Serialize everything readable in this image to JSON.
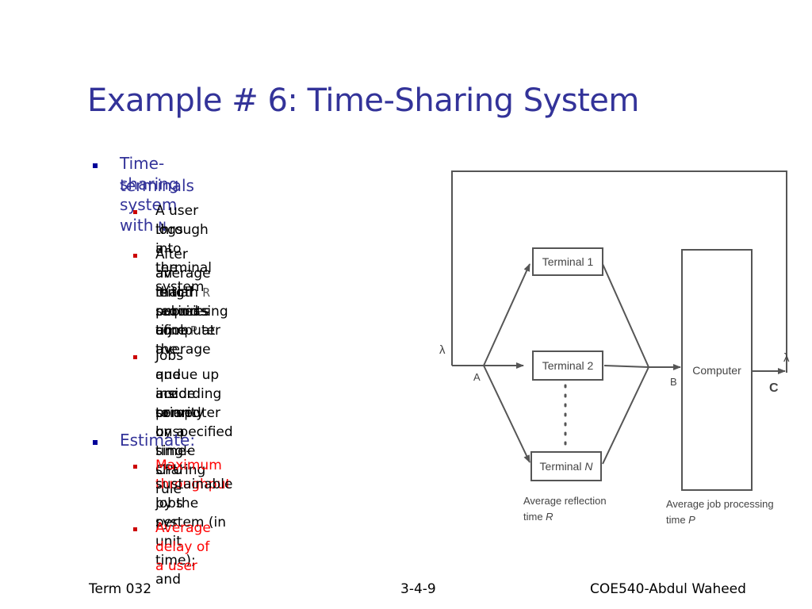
{
  "slide": {
    "title": "Example # 6: Time-Sharing System"
  },
  "bullets": [
    {
      "text_before": "Time-sharing system with ",
      "var": "N",
      "text_after": "terminals",
      "sub": [
        {
          "line1": "A user logs into the system",
          "line2": "through a terminal"
        },
        {
          "line1": "After an initial period of",
          "line2_before": "average length ",
          "line2_var": "R",
          "line2_after": " submits a job",
          "line3": "that requires an average",
          "line4_before": "processing time ",
          "line4_var": "P",
          "line4_after": " at the",
          "line5": "computer"
        },
        {
          "line1": "Jobs queue up inside computer",
          "line2": "and are served by a single CPU",
          "line3": "according to an unspecified",
          "line4": "priority or time-sharing rule"
        }
      ]
    },
    {
      "text": "Estimate:",
      "sub": [
        {
          "line1": "Maximum throughput",
          "line2": "sustainable by the system (in",
          "line3": "jobs per unit time); and"
        },
        {
          "line1": "Average delay of a user"
        }
      ]
    }
  ],
  "diagram": {
    "terminal1": "Terminal 1",
    "terminal2": "Terminal 2",
    "terminalN_prefix": "Terminal ",
    "terminalN_var": "N",
    "computer": "Computer",
    "lambda_in": "λ",
    "lambda_out": "λ",
    "point_a": "A",
    "point_b": "B",
    "point_c": "C",
    "reflection_line1": "Average reflection",
    "reflection_line2_prefix": "time ",
    "reflection_line2_var": "R",
    "processing_line1": "Average job processing",
    "processing_line2_prefix": "time ",
    "processing_line2_var": "P"
  },
  "footer": {
    "left": "Term 032",
    "center": "3-4-9",
    "right": "COE540-Abdul Waheed"
  }
}
